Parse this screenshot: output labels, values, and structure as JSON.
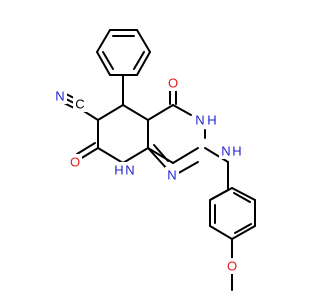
{
  "structure": {
    "atoms": {
      "n_nitrile": "N",
      "c_nitrile": "C",
      "o_c4": "O",
      "n3": "N",
      "h_n3": "H",
      "o_c7": "O",
      "n8": "N",
      "h_n8": "H",
      "n_amino": "N",
      "h_amino": "H",
      "o_methoxy": "O"
    }
  }
}
